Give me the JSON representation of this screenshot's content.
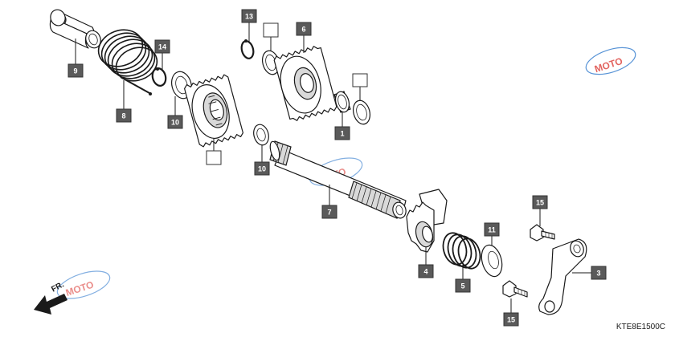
{
  "diagram_code": "KTE8E1500C",
  "orientation_label": "FR.",
  "watermark_text": "MOTO",
  "callouts": [
    {
      "id": "c9",
      "label": "9"
    },
    {
      "id": "c8",
      "label": "8"
    },
    {
      "id": "c14",
      "label": "14"
    },
    {
      "id": "c10a",
      "label": "10"
    },
    {
      "id": "c13",
      "label": "13"
    },
    {
      "id": "cE1",
      "label": ""
    },
    {
      "id": "c6",
      "label": "6"
    },
    {
      "id": "cE2",
      "label": ""
    },
    {
      "id": "c1",
      "label": "1"
    },
    {
      "id": "cE3",
      "label": ""
    },
    {
      "id": "c10b",
      "label": "10"
    },
    {
      "id": "c7",
      "label": "7"
    },
    {
      "id": "c15a",
      "label": "15"
    },
    {
      "id": "c11",
      "label": "11"
    },
    {
      "id": "c3",
      "label": "3"
    },
    {
      "id": "c4",
      "label": "4"
    },
    {
      "id": "c5",
      "label": "5"
    },
    {
      "id": "c15b",
      "label": "15"
    }
  ],
  "colors": {
    "callout_fill": "#5a5a5a",
    "watermark_red": "#d9302a",
    "watermark_blue": "#1f6fc9"
  }
}
